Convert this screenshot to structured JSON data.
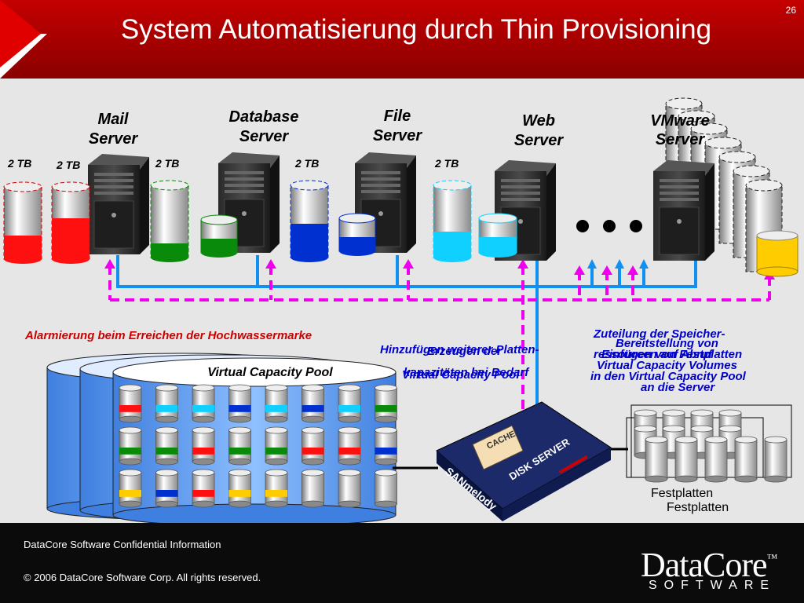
{
  "header": {
    "title": "System Automatisierung durch Thin Provisioning",
    "slide_number": "26"
  },
  "servers": [
    {
      "name_line1": "Mail",
      "name_line2": "Server"
    },
    {
      "name_line1": "Database",
      "name_line2": "Server"
    },
    {
      "name_line1": "File",
      "name_line2": "Server"
    },
    {
      "name_line1": "Web",
      "name_line2": "Server"
    },
    {
      "name_line1": "VMware",
      "name_line2": "Server"
    }
  ],
  "capacity_labels": [
    "2 TB",
    "2 TB",
    "2 TB",
    "2 TB",
    "2 TB"
  ],
  "captions": {
    "alarm": "Alarmierung beim Erreichen der Hochwassermarke",
    "pool": "Virtual Capacity Pool",
    "add_line1": "Hinzufügen weiterer Platten-",
    "add_line2": "kapazitäten bei Bedarf",
    "create_line1": "Erzeugen der",
    "create_line2": "Virtual Capacity Pool",
    "assign_line1": "Zuteilung der Speicher-",
    "assign_line2": "ressourcen auf Abruf",
    "provide_line1": "Bereitstellung von",
    "provide_line2": "Virtual Capacity Volumes",
    "provide_line3": "an die Server",
    "insert_line1": "Einfügen von Festplatten",
    "insert_line2": "in den Virtual Capacity Pool",
    "disks_back": "Festplatten",
    "disks_front": "Festplatten"
  },
  "device": {
    "cache_label": "CACHE",
    "disk_label": "DISK SERVER",
    "brand": "SANmelody"
  },
  "footer": {
    "confidential": "DataCore Software Confidential Information",
    "copyright": "© 2006  DataCore Software Corp. All rights reserved.",
    "logo_word": "DataCore",
    "logo_tm": "™",
    "logo_sub": "SOFTWARE"
  },
  "colors": {
    "header_red": "#c40000",
    "mail_volume": "#ff1010",
    "database_volume": "#0a8a0a",
    "file_volume": "#0030d0",
    "web_volume": "#10d0ff",
    "vmware_volume": "#ffcc00",
    "alarm_line": "#ee00ee",
    "data_line": "#1090f0"
  },
  "icons": {
    "server_tower": "server-tower-icon",
    "disk_cylinder": "disk-cylinder-icon",
    "disk_server_appliance": "disk-server-icon",
    "logo_mark": "datacore-x-icon"
  }
}
